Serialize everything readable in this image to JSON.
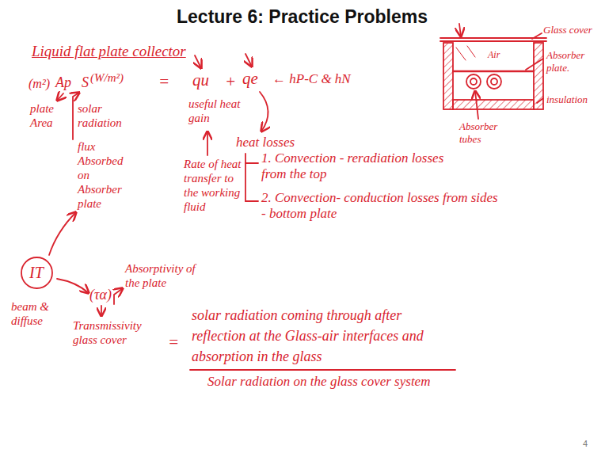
{
  "diagram": {
    "title": "Lecture 6: Practice Problems",
    "nodes": [
      {
        "text": [
          "IT"
        ]
      }
    ],
    "labels": [
      "Liquid flat plate collector",
      "(m²)",
      "Ap",
      "S",
      "(W/m²)",
      "=",
      "qu",
      "+",
      "qe",
      "← hP-C & hN",
      "plate Area",
      "solar radiation",
      "useful heat gain",
      "heat losses",
      "flux Absorbed on Absorber plate",
      "Rate of heat transfer to the working fluid",
      "1. Convection - reradiation losses from the top",
      "2. Convection- conduction losses from sides - bottom plate",
      "beam & diffuse",
      "(τα)",
      "Absorptivity of the plate",
      "Transmissivity glass cover",
      "=",
      "solar radiation coming through after reflection at the Glass-air interfaces and absorption in the glass",
      "Solar radiation on the glass cover system",
      "Glass cover",
      "Air",
      "Absorber plate.",
      "insulation",
      "Absorber tubes",
      "4"
    ]
  }
}
